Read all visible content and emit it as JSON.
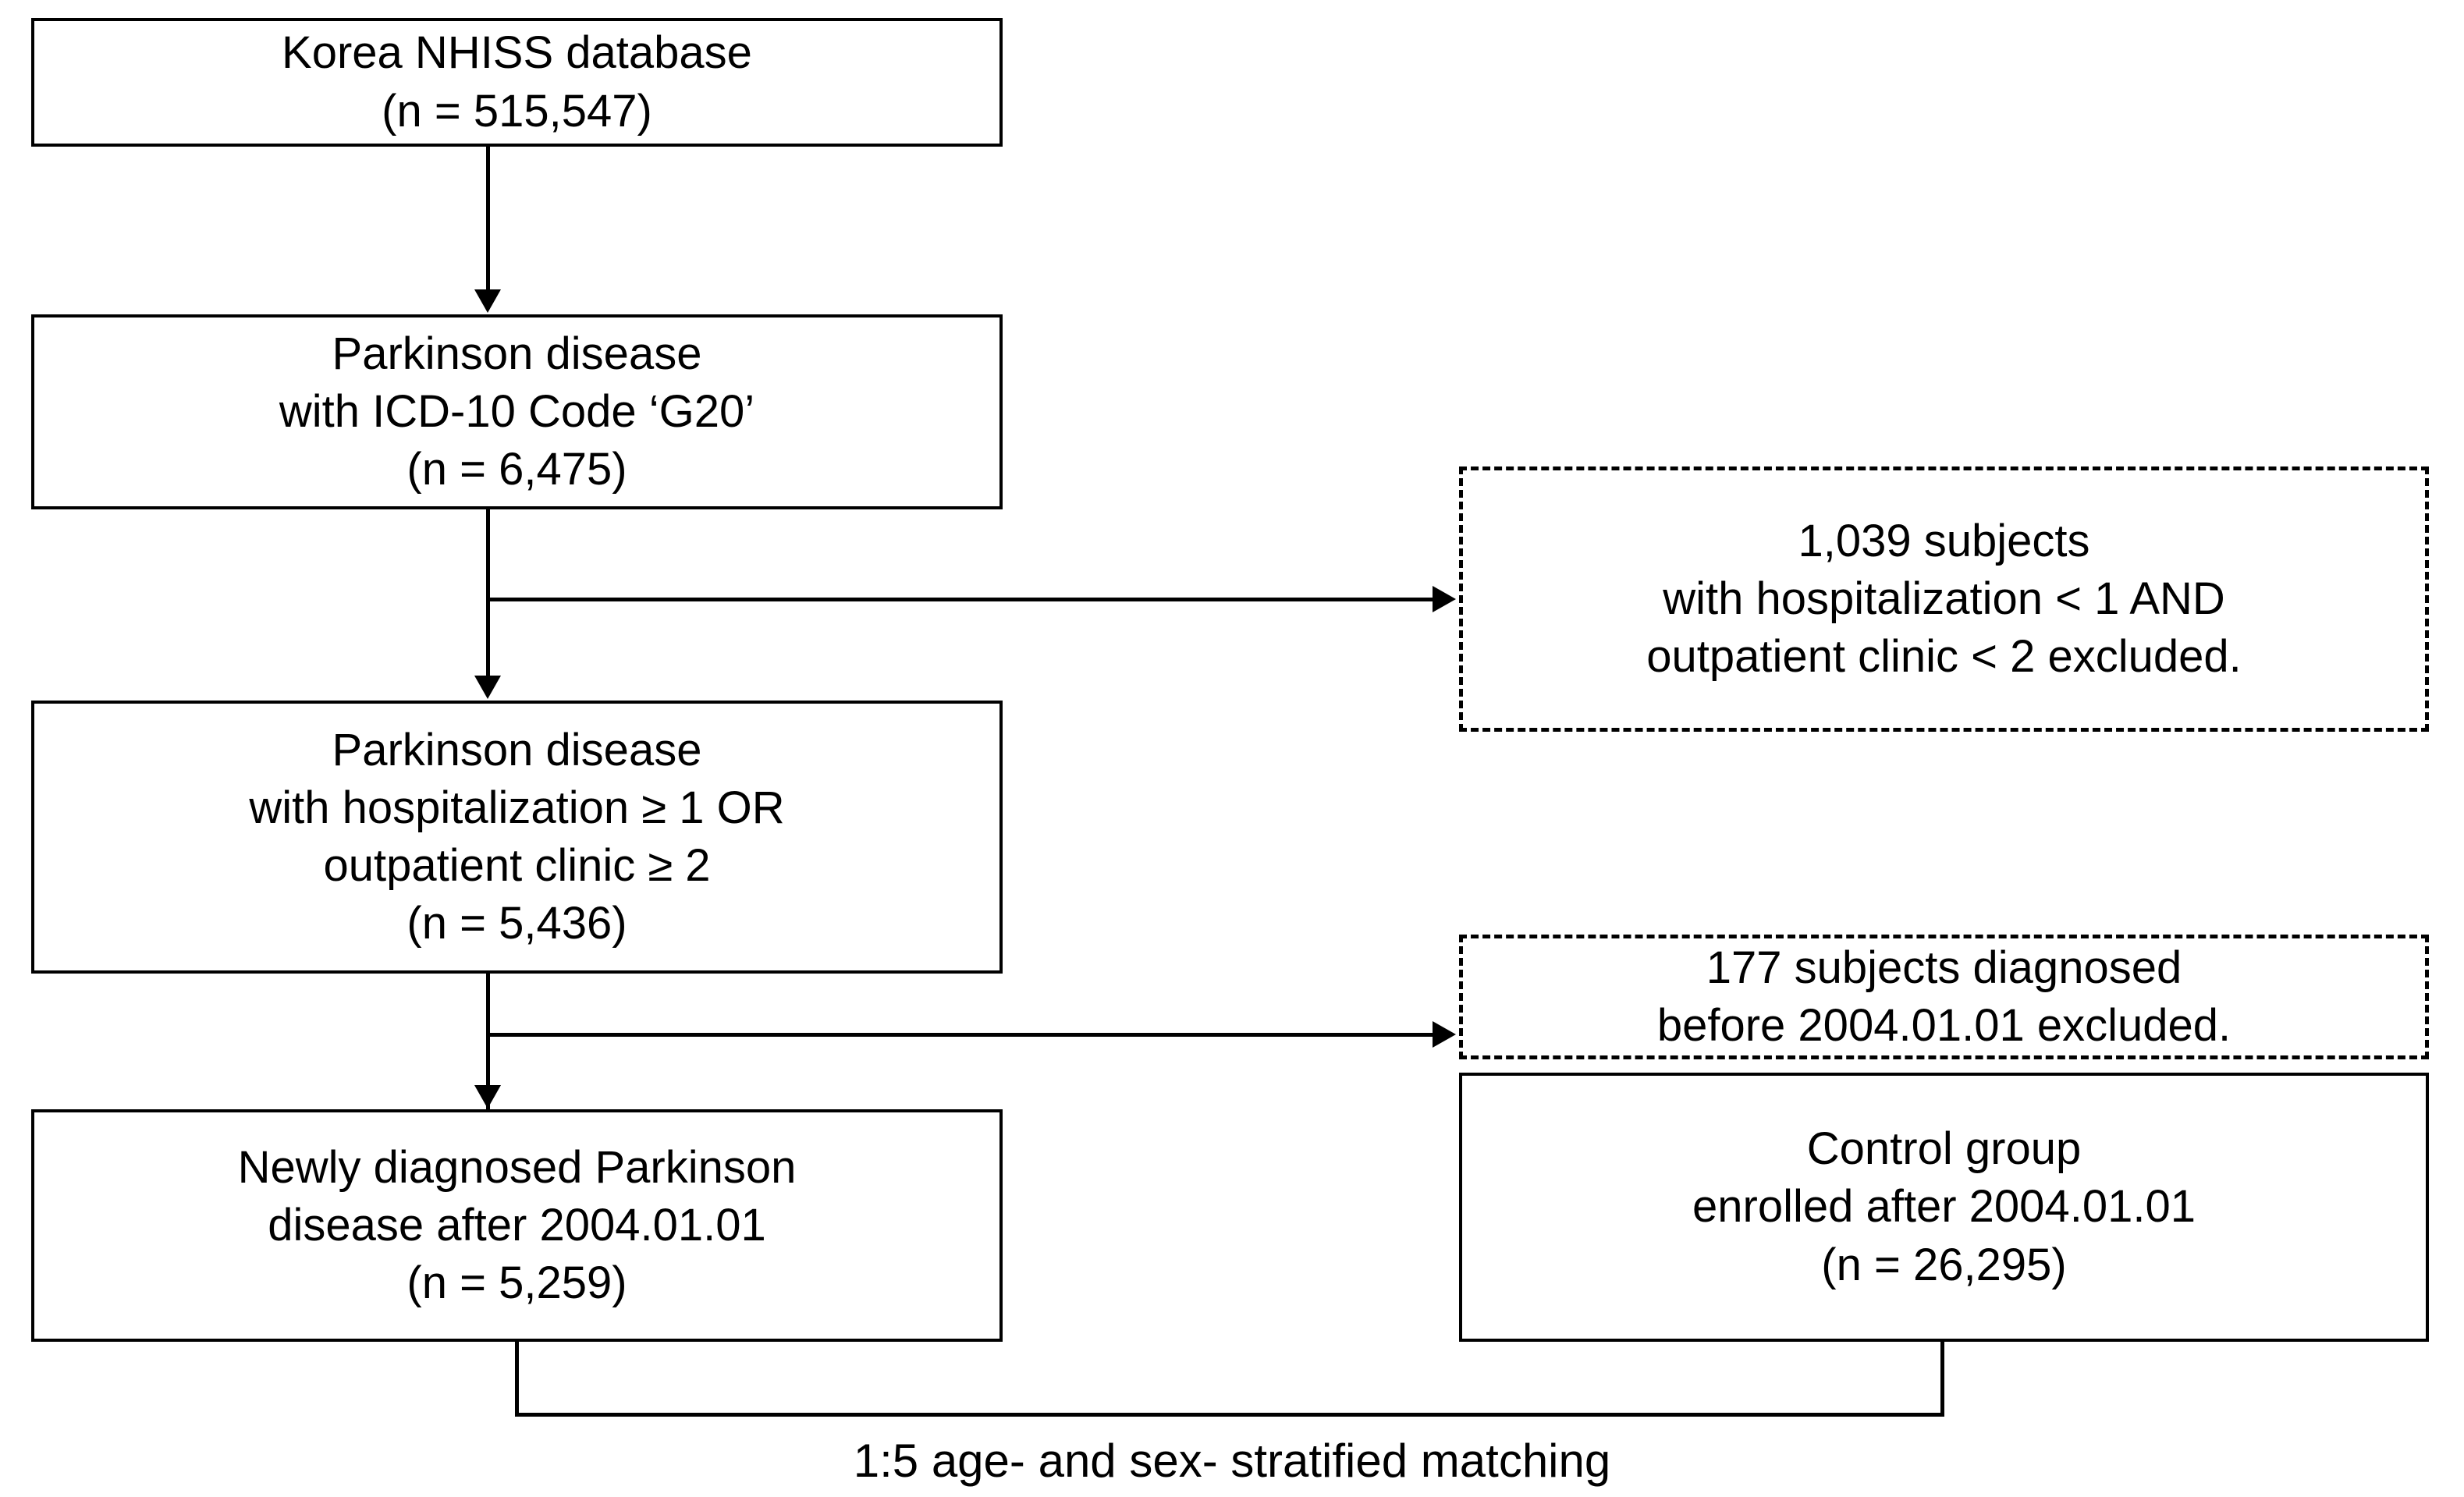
{
  "figure": {
    "type": "flowchart",
    "orientation": "top-to-bottom",
    "caption": "1:5 age- and sex- stratified matching"
  },
  "nodes": {
    "source_database": {
      "name": "korea-nhiss-database",
      "style": "solid",
      "lines": [
        "Korea NHISS database",
        "(n = 515,547)"
      ],
      "n": "515,547"
    },
    "pd_icd10": {
      "name": "parkinson-disease-icd10",
      "style": "solid",
      "lines": [
        "Parkinson disease",
        "with ICD-10 Code ‘G20’",
        "(n = 6,475)"
      ],
      "n": "6,475"
    },
    "pd_utilization": {
      "name": "parkinson-disease-utilization",
      "style": "solid",
      "lines": [
        "Parkinson disease",
        "with hospitalization ≥ 1 OR",
        "outpatient clinic ≥ 2",
        "(n = 5,436)"
      ],
      "n": "5,436"
    },
    "pd_newly_diagnosed": {
      "name": "newly-diagnosed-parkinson",
      "style": "solid",
      "lines": [
        "Newly diagnosed Parkinson",
        "disease after 2004.01.01",
        "(n = 5,259)"
      ],
      "n": "5,259"
    },
    "control_group": {
      "name": "control-group",
      "style": "solid",
      "lines": [
        "Control group",
        "enrolled after 2004.01.01",
        "(n = 26,295)"
      ],
      "n": "26,295"
    },
    "exclusion_utilization": {
      "name": "exclusion-low-utilization",
      "style": "dashed",
      "lines": [
        "1,039 subjects",
        "with hospitalization < 1 AND",
        "outpatient clinic < 2 excluded."
      ],
      "n": "1,039"
    },
    "exclusion_prevalent": {
      "name": "exclusion-prevalent-cases",
      "style": "dashed",
      "lines": [
        "177 subjects diagnosed",
        "before 2004.01.01 excluded."
      ],
      "n": "177"
    }
  },
  "colors": {
    "stroke": "#000000",
    "fill": "#ffffff",
    "text": "#000000"
  }
}
